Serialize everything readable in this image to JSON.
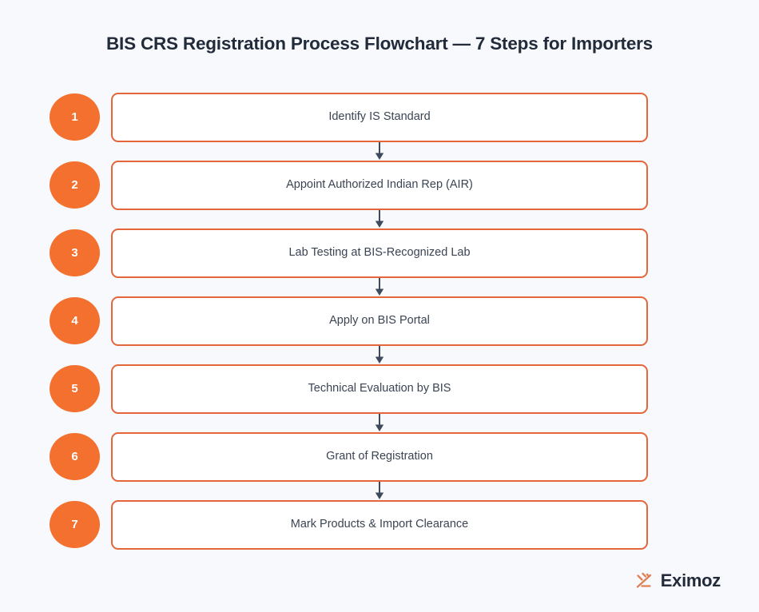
{
  "page": {
    "background_color": "#f8f9fc",
    "title": "BIS CRS Registration Process Flowchart — 7 Steps for Importers"
  },
  "theme": {
    "accent_orange": "#f4702e",
    "box_border": "#e4663a",
    "box_fill": "#ffffff",
    "text_dark": "#222b3a",
    "step_text": "#3b4453",
    "arrow_color": "#3d4a5c"
  },
  "flowchart": {
    "type": "vertical-process-flow",
    "step_count": 7,
    "steps": [
      {
        "number": "1",
        "label": "Identify IS Standard"
      },
      {
        "number": "2",
        "label": "Appoint Authorized Indian Rep (AIR)"
      },
      {
        "number": "3",
        "label": "Lab Testing at BIS-Recognized Lab"
      },
      {
        "number": "4",
        "label": "Apply on BIS Portal"
      },
      {
        "number": "5",
        "label": "Technical Evaluation by BIS"
      },
      {
        "number": "6",
        "label": "Grant of Registration"
      },
      {
        "number": "7",
        "label": "Mark Products & Import Clearance"
      }
    ]
  },
  "logo": {
    "name": "Eximoz",
    "icon": "motion-arrow-icon",
    "icon_color": "#e08057"
  }
}
